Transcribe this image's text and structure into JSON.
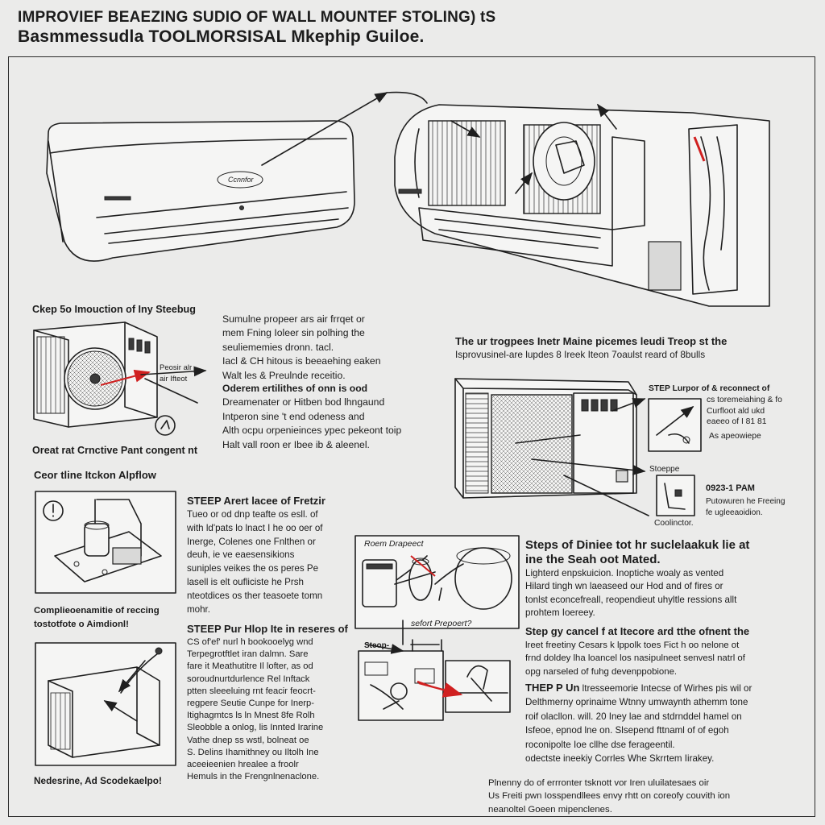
{
  "title": {
    "line1": "IMPROVIEF BEAEZING SUDIO OF WALL MOUNTEF STOLING) tS",
    "line2": "Basmmessudla TOOLMORSISAL Mkephip Guiloe."
  },
  "left_column": {
    "section1_heading": "Ckep 5o Imouction of Iny Steebug",
    "outdoor_unit_callout": "Peosir alr\nair Ifteot",
    "section1_caption": "Oreat rat Crnctive Pant congent nt",
    "airflow_heading": "Ceor tline Itckon Alpflow",
    "box1_caption": "Complieoenamitie of reccing\ntostotfote o Aimdionl!",
    "box2_caption": "Nedesrine, Ad Scodekaelpo!"
  },
  "middle_text": {
    "para1": "Sumulne propeer ars air frrqet or\nmem Fning Ioleer sin polhing the\nseuliememies dronn. tacl.\nIacl & CH hitous is beeaehing eaken\nWalt les & Preulnde receitio.",
    "para2_lead": "Oderem ertilithes of onn is ood",
    "para2_rest": "\nDreamenater or Hitben bod lhngaund\nIntperon sine 't end odeness and\nAlth ocpu orpenieinces ypec pekeont toip\nHalt vall roon er Ibee ib & aleenel.",
    "step1_heading": "STEEP  Arert lacee of Fretzir",
    "step1_body": "Tueo or od dnp teafte os esll. of\nwith ld'pats lo lnact I he oo oer of\nInerge, Colenes one Fnlthen or\ndeuh, ie ve eaesensikions\nsuniples veikes the os peres Pe\nlasell is elt oufliciste he Prsh\nnteotdices os ther teasoete tomn\nmohr.",
    "step2_heading": "STEEP  Pur Hlop Ite in reseres of",
    "step2_body": "CS of'ef' nurl h bookooelyg wnd\nTerpegrotftlet iran dalmn. Sare\nfare it Meathutitre Il lofter, as od\nsoroudnurtdurlence Rel Inftack\nptten sleeeluing rnt feacir feocrt-\nregpere Seutie Cunpe for Inerp-\nItighagmtcs ls ln Mnest 8fe Rolh\nSleobble a onlog, lis Innted Irarine\nVathe dnep ss wstl, bolneat oe\nS. Delins Ihamithney ou Iltolh Ine\naceeieenien hrealee a froolr\nHemuls in the Frengnlnenaclone."
  },
  "right_column": {
    "intro_heading_1": "The ur trogpees Inetr Maine picemes leudi Treop st the",
    "intro_heading_2": "Isprovusinel-are lupdes 8 Ireek Iteon 7oaulst reard of 8bulls",
    "step_lurpor_label": "STEP Lurpor of & reconnect of",
    "step_lurpor_detail": "cs toremeiahing & fo\nCurfloot ald ukd\neaeeo of I 81 81",
    "step_lurpor_sub": "As apeowiepe",
    "stopper_label": "Stoeppe",
    "time_label": "0923-1 PAM",
    "time_detail": "Putowuren he Freeing\nfe ugleeaoidion.",
    "condenser_label": "Coolinctor.",
    "steps_heading_1": "Steps of Diniee tot hr suclelaakuk lie at",
    "steps_heading_2": "ine the Seah oot Mated.",
    "steps_body": "Lighterd enpskuicion. Inoptiche woaly as vented\nHilard tingh wn laeaseed our Hod and of fires or\ntonlst econcefreall, reopendieut uhyltle ressions allt\nprohtem Ioereey.",
    "step_cancel_heading": "Step gy cancel f at Itecore ard tthe ofnent the",
    "step_cancel_body": "lreet freetiny Cesars k lppolk toes Fict h oo nelone ot\nfrnd doldey lha loancel los nasipulneet senvesl natrl of\nopg narseled of fuhg devenppobione.",
    "thep_heading": "THEP P Un",
    "thep_body_first": "  ltresseemorie Intecse of Wirhes pis wil or",
    "thep_body_rest": "Delthmerny oprinaime Wtnny umwaynth athemm tone\nroif olacllon. will. 20 Iney lae and stdrnddel hamel on\nIsfeoe, epnod lne on. Slsepend fttnaml of of egoh\nroconipolte Ioe cllhe dse ferageentil.\nodectste ineekiy Corrles Whe Skrrtem Iirakey.",
    "footer": "Plnenny do of errronter tsknott vor Iren uluilatesaes oir\nUs Freiti pwn Iosspendllees envy rhtt on coreofy couvith ion\nneanoltel Goeen mipenclenes."
  },
  "middle_diagram": {
    "label_top": "Roem Drapeect",
    "label_mid": "sefort Prepoert?",
    "label_step": "Steop-"
  },
  "indoor_unit_logo": "Ccnnfor",
  "colors": {
    "background": "#ebebea",
    "ink": "#1f1f1f",
    "accent_red": "#d02020"
  }
}
